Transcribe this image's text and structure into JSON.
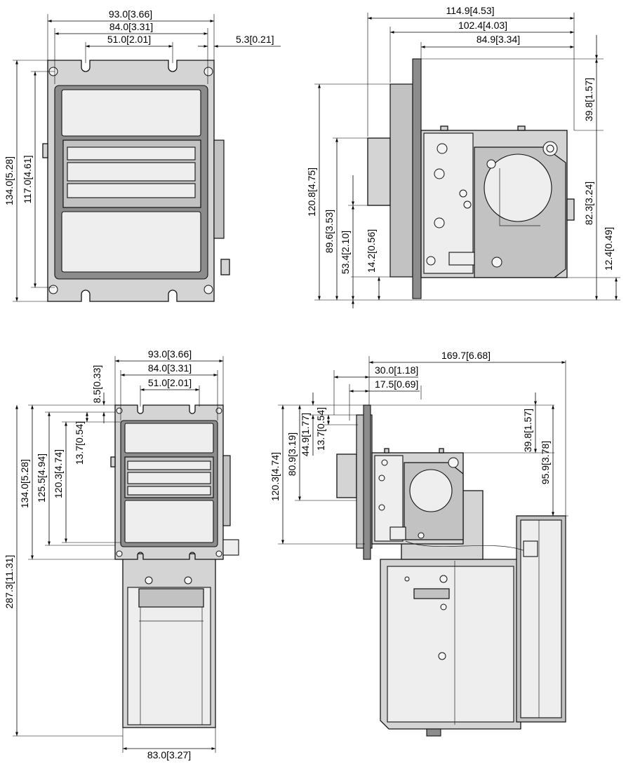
{
  "views": {
    "front_top": {
      "dims": [
        "93.0[3.66]",
        "84.0[3.31]",
        "51.0[2.01]",
        "5.3[0.21]",
        "134.0[5.28]",
        "117.0[4.61]"
      ]
    },
    "side_top": {
      "dims": [
        "114.9[4.53]",
        "102.4[4.03]",
        "84.9[3.34]",
        "39.8[1.57]",
        "82.3[3.24]",
        "12.4[0.49]",
        "120.8[4.75]",
        "89.6[3.53]",
        "53.4[2.10]",
        "14.2[0.56]"
      ]
    },
    "front_bottom": {
      "dims": [
        "93.0[3.66]",
        "84.0[3.31]",
        "51.0[2.01]",
        "8.5[0.33]",
        "13.7[0.54]",
        "134.0[5.28]",
        "125.5[4.94]",
        "120.3[4.74]",
        "287.3[11.31]",
        "83.0[3.27]"
      ]
    },
    "side_bottom": {
      "dims": [
        "169.7[6.68]",
        "30.0[1.18]",
        "17.5[0.69]",
        "44.9[1.77]",
        "13.7[0.54]",
        "80.9[3.19]",
        "120.3[4.74]",
        "39.8[1.57]",
        "95.9[3.78]"
      ]
    }
  }
}
